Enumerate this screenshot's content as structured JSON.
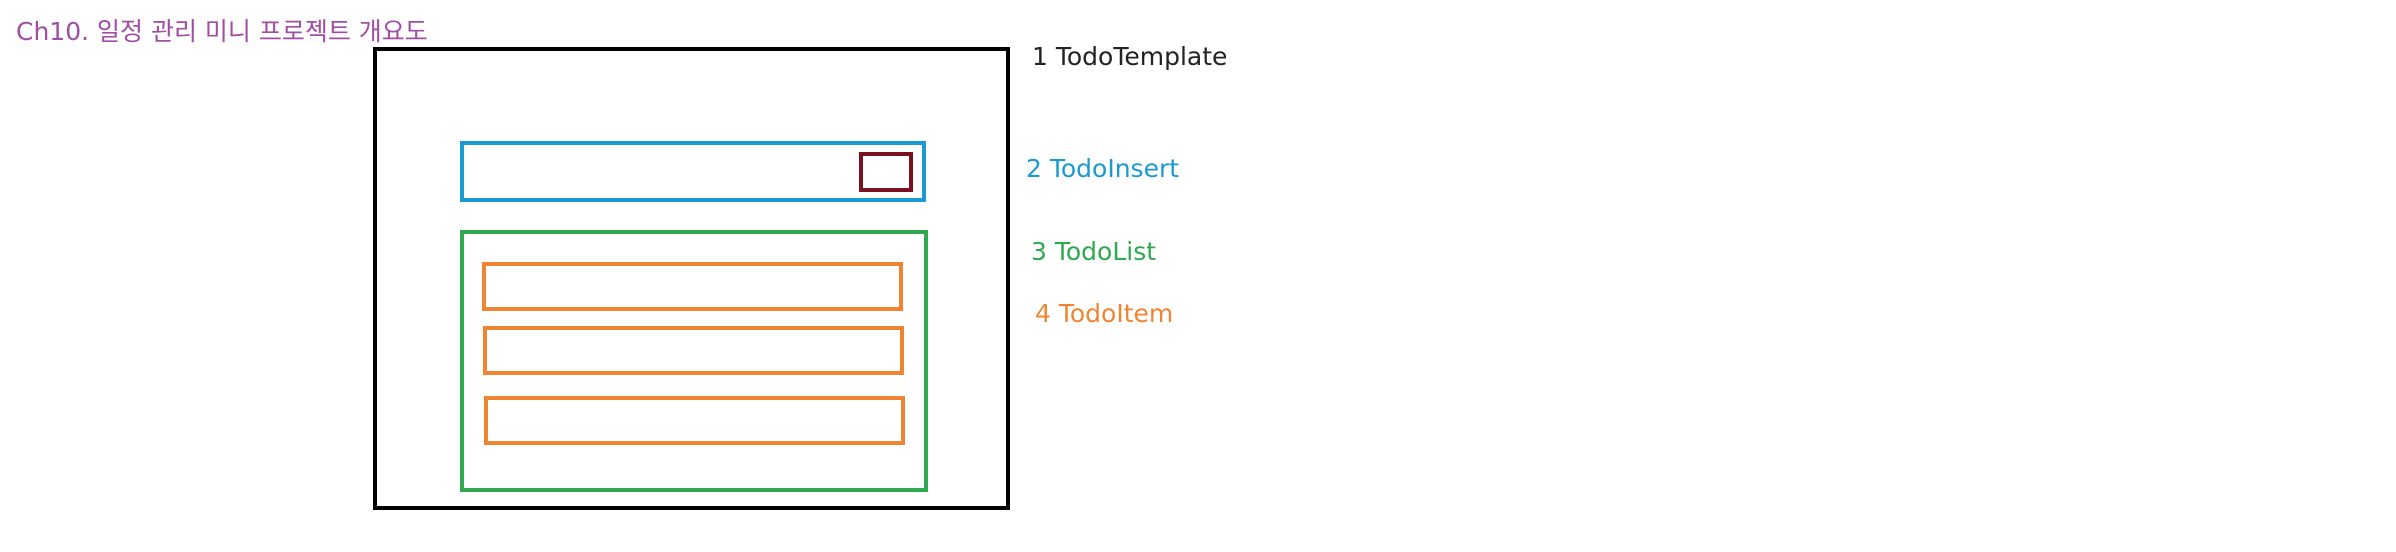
{
  "title": "Ch10. 일정 관리 미니 프로젝트 개요도",
  "components": {
    "template": {
      "label": "1 TodoTemplate",
      "color": "#000000"
    },
    "insert": {
      "label": "2 TodoInsert",
      "color": "#1a9ad0",
      "button_color": "#7a1020"
    },
    "list": {
      "label": "3 TodoList",
      "color": "#2fa84f"
    },
    "item": {
      "label": "4 TodoItem",
      "color": "#ef8533",
      "count": 3
    }
  }
}
